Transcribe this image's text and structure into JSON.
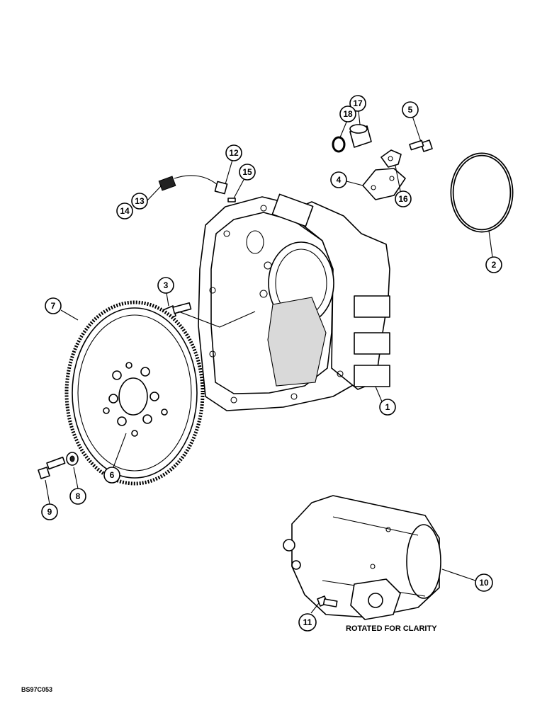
{
  "callouts": [
    {
      "id": "c1",
      "text": "1"
    },
    {
      "id": "c2",
      "text": "2"
    },
    {
      "id": "c3",
      "text": "3"
    },
    {
      "id": "c4",
      "text": "4"
    },
    {
      "id": "c5",
      "text": "5"
    },
    {
      "id": "c6",
      "text": "6"
    },
    {
      "id": "c7",
      "text": "7"
    },
    {
      "id": "c8",
      "text": "8"
    },
    {
      "id": "c9",
      "text": "9"
    },
    {
      "id": "c10",
      "text": "10"
    },
    {
      "id": "c11",
      "text": "11"
    },
    {
      "id": "c12",
      "text": "12"
    },
    {
      "id": "c13",
      "text": "13"
    },
    {
      "id": "c14",
      "text": "14"
    },
    {
      "id": "c15",
      "text": "15"
    },
    {
      "id": "c16",
      "text": "16"
    },
    {
      "id": "c17",
      "text": "17"
    },
    {
      "id": "c18",
      "text": "18"
    }
  ],
  "caption": "ROTATED FOR CLARITY",
  "figure_ref": "BS97C053"
}
